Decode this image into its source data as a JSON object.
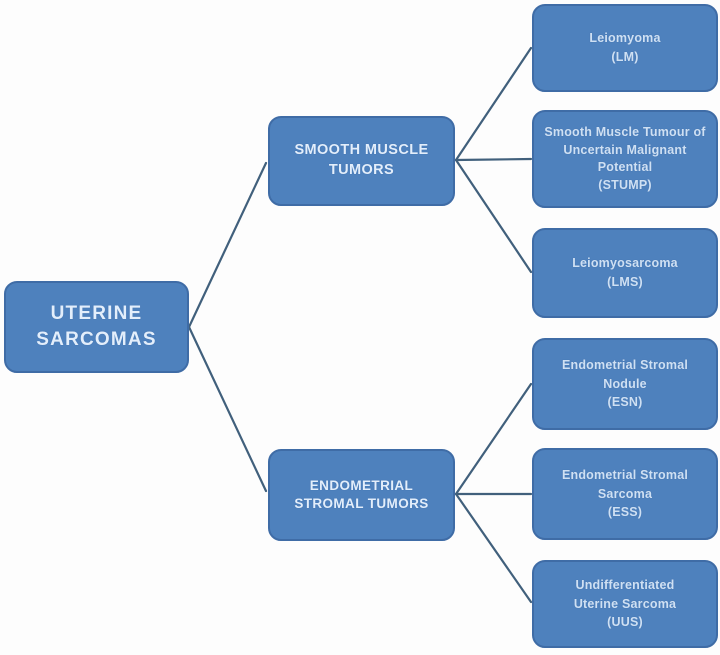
{
  "diagram": {
    "type": "tree",
    "direction": "left-to-right",
    "colors": {
      "background": "#fdfdfd",
      "node_fill": "#4e81bd",
      "node_border": "#3f6ca6",
      "node_text": "#e3eefb",
      "leaf_text": "#cfe0f3",
      "connector": "#41607c"
    },
    "nodes": {
      "root": {
        "id": "uterine-sarcomas",
        "label": "UTERINE\nSARCOMAS"
      },
      "smooth": {
        "id": "smooth-muscle-tumors",
        "label": "SMOOTH MUSCLE\nTUMORS"
      },
      "endometrial": {
        "id": "endometrial-stromal-tumors",
        "label": "ENDOMETRIAL\nSTROMAL TUMORS"
      },
      "lm": {
        "id": "leiomyoma",
        "label": "Leiomyoma\n(LM)"
      },
      "stump": {
        "id": "stump",
        "label": "Smooth Muscle Tumour of\nUncertain Malignant\nPotential\n(STUMP)"
      },
      "lms": {
        "id": "leiomyosarcoma",
        "label": "Leiomyosarcoma\n(LMS)"
      },
      "esn": {
        "id": "endometrial-stromal-nodule",
        "label": "Endometrial Stromal\nNodule\n(ESN)"
      },
      "ess": {
        "id": "endometrial-stromal-sarcoma",
        "label": "Endometrial Stromal\nSarcoma\n(ESS)"
      },
      "uus": {
        "id": "undifferentiated-uterine-sarcoma",
        "label": "Undifferentiated\nUterine Sarcoma\n(UUS)"
      }
    },
    "edges": [
      {
        "from": "uterine-sarcomas",
        "to": "smooth-muscle-tumors"
      },
      {
        "from": "uterine-sarcomas",
        "to": "endometrial-stromal-tumors"
      },
      {
        "from": "smooth-muscle-tumors",
        "to": "leiomyoma"
      },
      {
        "from": "smooth-muscle-tumors",
        "to": "stump"
      },
      {
        "from": "smooth-muscle-tumors",
        "to": "leiomyosarcoma"
      },
      {
        "from": "endometrial-stromal-tumors",
        "to": "endometrial-stromal-nodule"
      },
      {
        "from": "endometrial-stromal-tumors",
        "to": "endometrial-stromal-sarcoma"
      },
      {
        "from": "endometrial-stromal-tumors",
        "to": "undifferentiated-uterine-sarcoma"
      }
    ]
  }
}
